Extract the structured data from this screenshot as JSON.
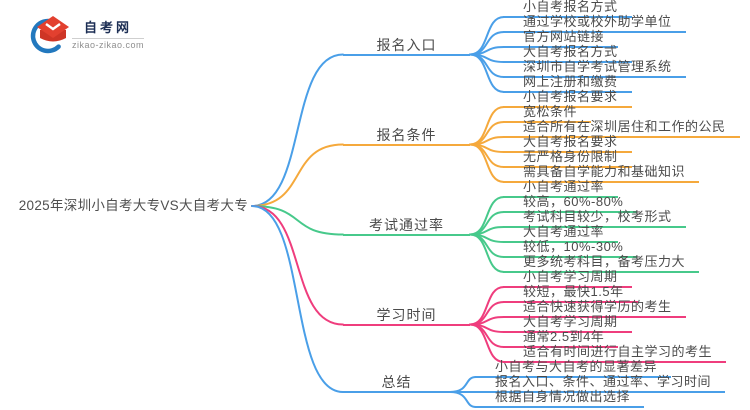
{
  "logo": {
    "name": "自考网",
    "domain": "zikao-zikao.com"
  },
  "root": "2025年深圳小自考大专VS大自考大专",
  "colors": {
    "blue": "#4a9fe8",
    "orange": "#f5a93c",
    "green": "#47c98b",
    "pink": "#ef3d7d",
    "text": "#4b4b4b"
  },
  "branches": [
    {
      "label": "报名入口",
      "color": "#4a9fe8",
      "children": [
        "小自考报名方式",
        "通过学校或校外助学单位",
        "官方网站链接",
        "大自考报名方式",
        "深圳市自学考试管理系统",
        "网上注册和缴费"
      ]
    },
    {
      "label": "报名条件",
      "color": "#f5a93c",
      "children": [
        "小自考报名要求",
        "宽松条件",
        "适合所有在深圳居住和工作的公民",
        "大自考报名要求",
        "无严格身份限制",
        "需具备自学能力和基础知识"
      ]
    },
    {
      "label": "考试通过率",
      "color": "#47c98b",
      "children": [
        "小自考通过率",
        "较高，60%-80%",
        "考试科目较少，校考形式",
        "大自考通过率",
        "较低，10%-30%",
        "更多统考科目，备考压力大"
      ]
    },
    {
      "label": "学习时间",
      "color": "#ef3d7d",
      "children": [
        "小自考学习周期",
        "较短，最快1.5年",
        "适合快速获得学历的考生",
        "大自考学习周期",
        "通常2.5到4年",
        "适合有时间进行自主学习的考生"
      ]
    },
    {
      "label": "总结",
      "color": "#4a9fe8",
      "children": [
        "小自考与大自考的显著差异",
        "报名入口、条件、通过率、学习时间",
        "根据自身情况做出选择"
      ]
    }
  ]
}
